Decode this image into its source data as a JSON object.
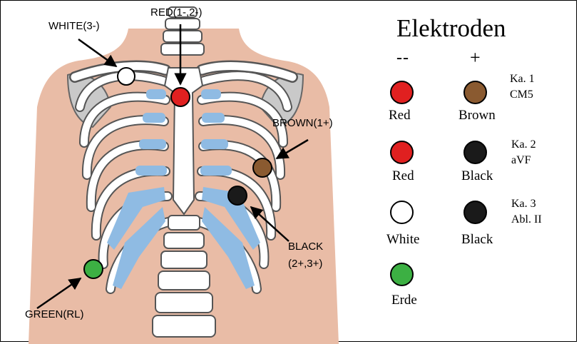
{
  "colors": {
    "red": "#e02020",
    "brown": "#8a5a30",
    "black": "#1a1a1a",
    "white": "#ffffff",
    "green": "#3cb043",
    "skin": "#e8b8a0",
    "bone": "#ffffff",
    "cartilage": "#8fb8e0"
  },
  "illustration": {
    "labels": {
      "white": "WHITE(3-)",
      "red": "RED(1-,2-)",
      "brown": "BROWN(1+)",
      "black_line1": "BLACK",
      "black_line2": "(2+,3+)",
      "green": "GREEN(RL)"
    }
  },
  "legend": {
    "title": "Elektroden",
    "minus_header": "--",
    "plus_header": "+",
    "rows": [
      {
        "minus": "Red",
        "plus": "Brown",
        "info1": "Ka. 1",
        "info2": "CM5"
      },
      {
        "minus": "Red",
        "plus": "Black",
        "info1": "Ka. 2",
        "info2": "aVF"
      },
      {
        "minus": "White",
        "plus": "Black",
        "info1": "Ka. 3",
        "info2": "Abl. II"
      }
    ],
    "ground": "Erde"
  }
}
